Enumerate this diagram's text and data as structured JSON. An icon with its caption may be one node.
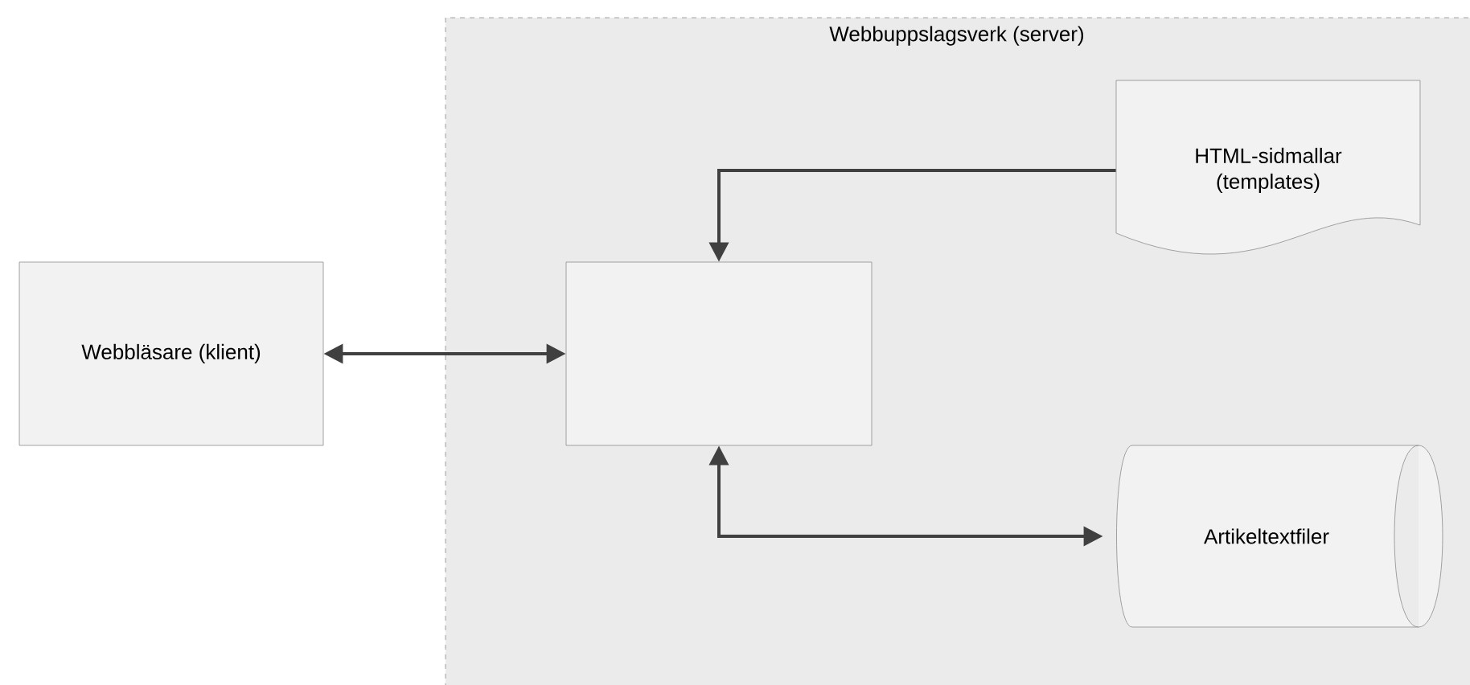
{
  "diagram": {
    "nodes": [
      {
        "text": [
          "Webbuppslagsverk (server)"
        ]
      },
      {
        "text": [
          "Webbläsare (klient)"
        ]
      },
      {
        "text": [],
        "shape": "box",
        "in": 0
      },
      {
        "text": [
          "HTML-sidmallar (templates)"
        ],
        "in": 0
      },
      {
        "text": [
          "Artikeltextfiler"
        ],
        "in": 0
      }
    ],
    "edges": [
      {
        "from": 1,
        "to": 2,
        "arrow": "both"
      },
      {
        "from": 3,
        "to": 2,
        "arrow": "to"
      },
      {
        "from": 2,
        "to": 4,
        "arrow": "both"
      }
    ]
  }
}
